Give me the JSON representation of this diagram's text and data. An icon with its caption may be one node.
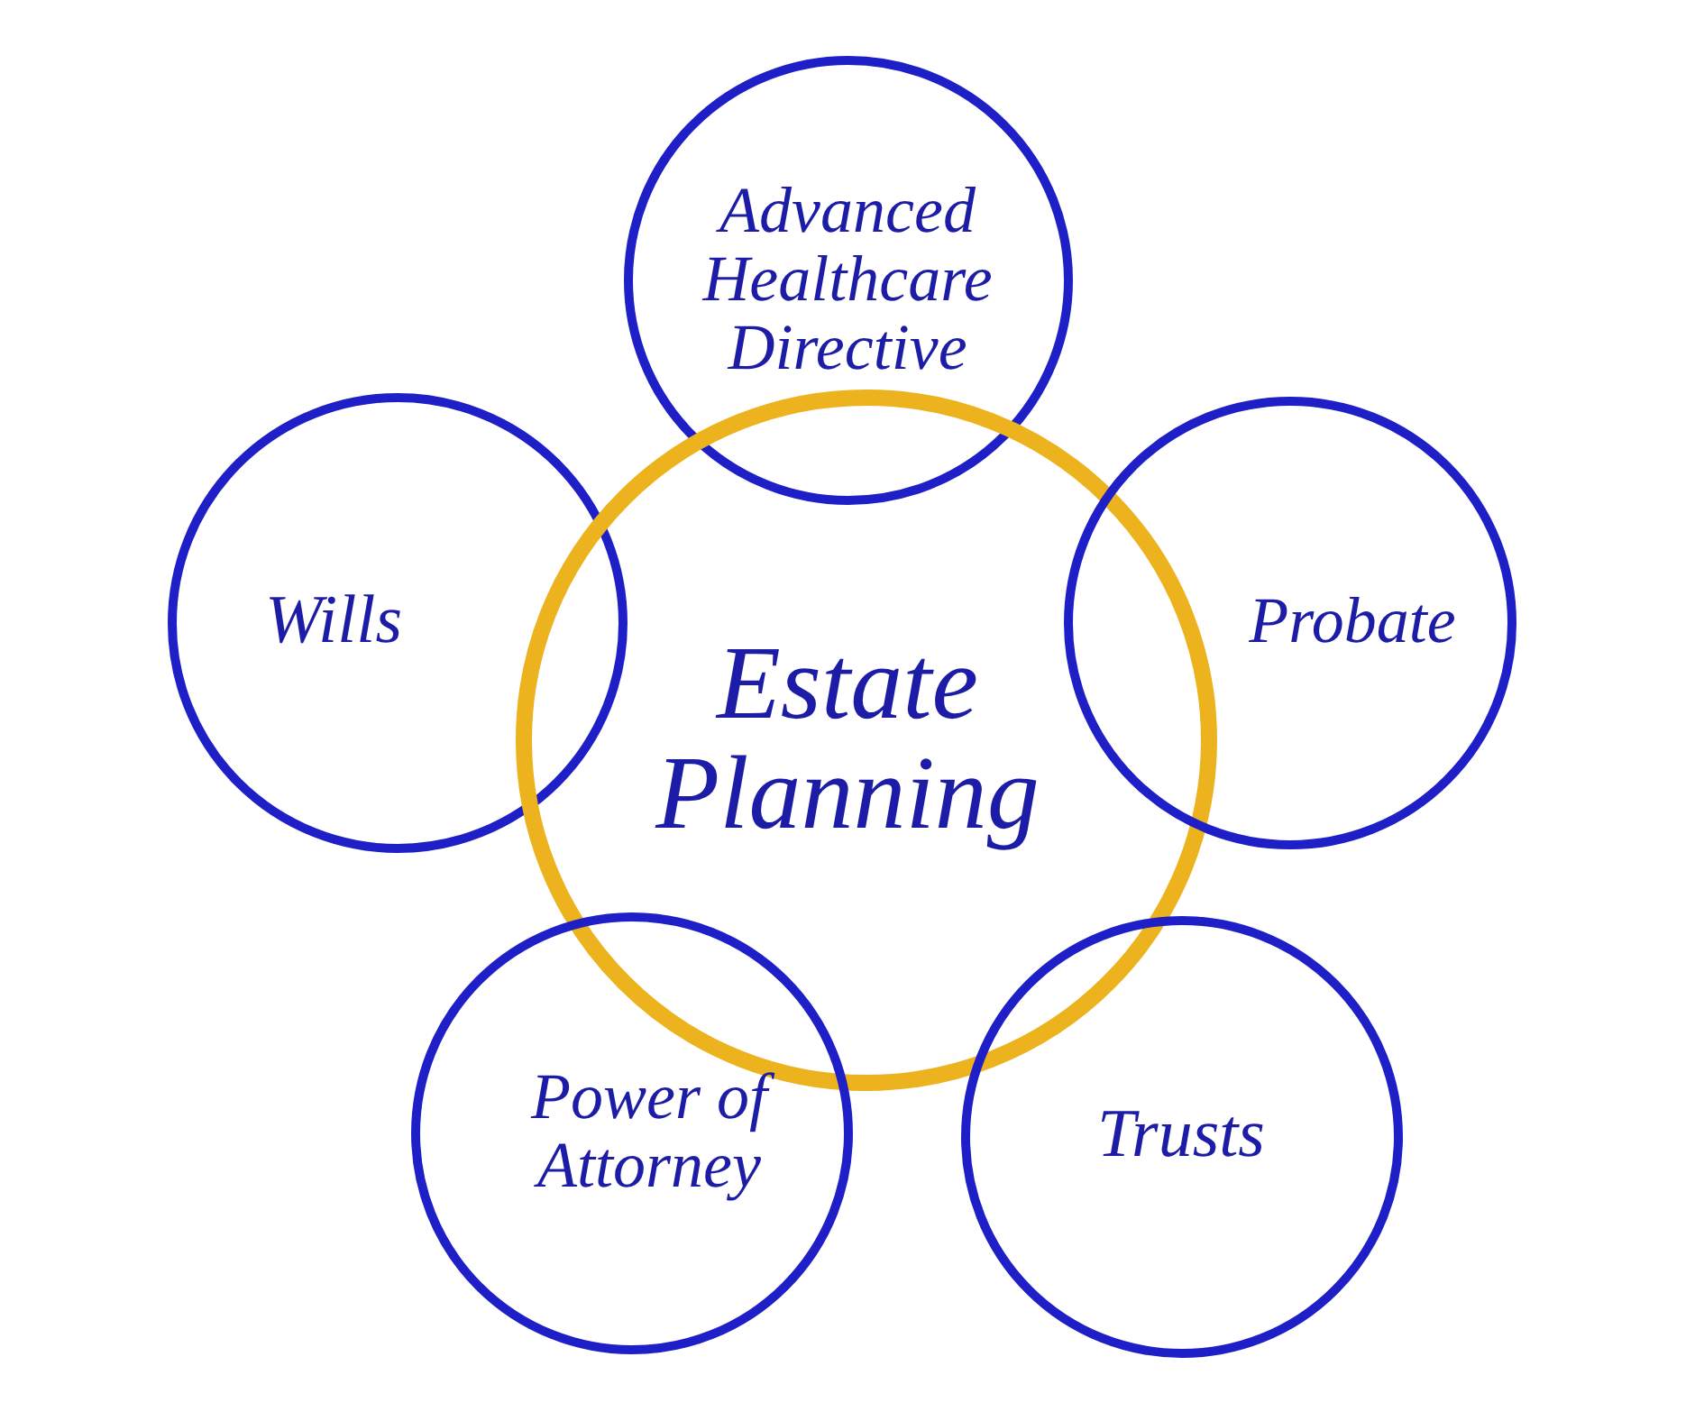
{
  "diagram": {
    "nodes": [
      {
        "text": [
          "Advanced Healthcare Directive"
        ]
      },
      {
        "text": [
          "Wills"
        ]
      },
      {
        "text": [
          "Estate Planning"
        ]
      },
      {
        "text": [
          "Probate"
        ]
      },
      {
        "text": [
          "Power of Attorney"
        ]
      },
      {
        "text": [
          "Trusts"
        ]
      }
    ]
  }
}
